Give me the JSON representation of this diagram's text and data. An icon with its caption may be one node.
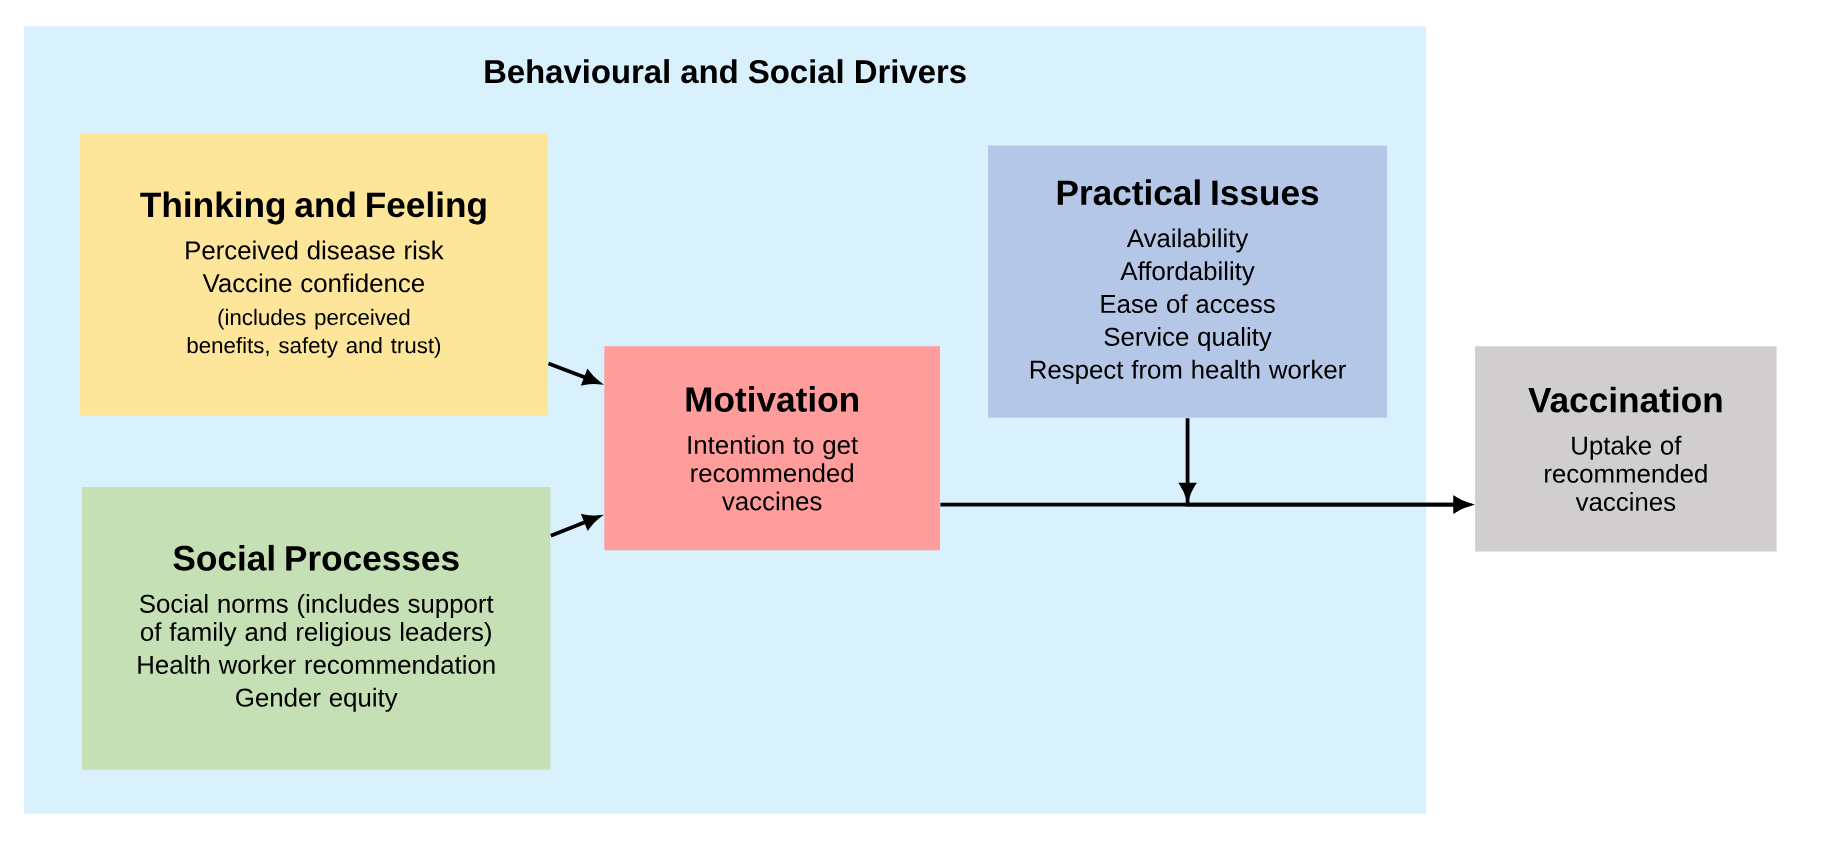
{
  "diagram": {
    "nodes": [
      {
        "text": [
          "Behavioural and Social Drivers"
        ]
      },
      {
        "text": [
          "Thinking and Feeling",
          "Perceived disease risk",
          "Vaccine confidence",
          "(includes perceived benefits, safety and trust)"
        ],
        "in": 0
      },
      {
        "text": [
          "Social Processes",
          "Social norms (includes support of family and religious leaders)",
          "Health worker recommendation",
          "Gender equity"
        ],
        "in": 0
      },
      {
        "text": [
          "Motivation",
          "Intention to get recommended vaccines"
        ],
        "in": 0
      },
      {
        "text": [
          "Practical Issues",
          "Availability",
          "Affordability",
          "Ease of access",
          "Service quality",
          "Respect from health worker"
        ],
        "in": 0
      },
      {
        "text": [
          "Vaccination",
          "Uptake of recommended vaccines"
        ]
      }
    ],
    "edges": [
      {
        "from": 1,
        "to": 3,
        "arrow": "to"
      },
      {
        "from": 2,
        "to": 3,
        "arrow": "to"
      },
      {
        "from": 3,
        "to": 5,
        "arrow": "to"
      },
      {
        "from": 4,
        "to": 5,
        "arrow": "to"
      }
    ]
  }
}
